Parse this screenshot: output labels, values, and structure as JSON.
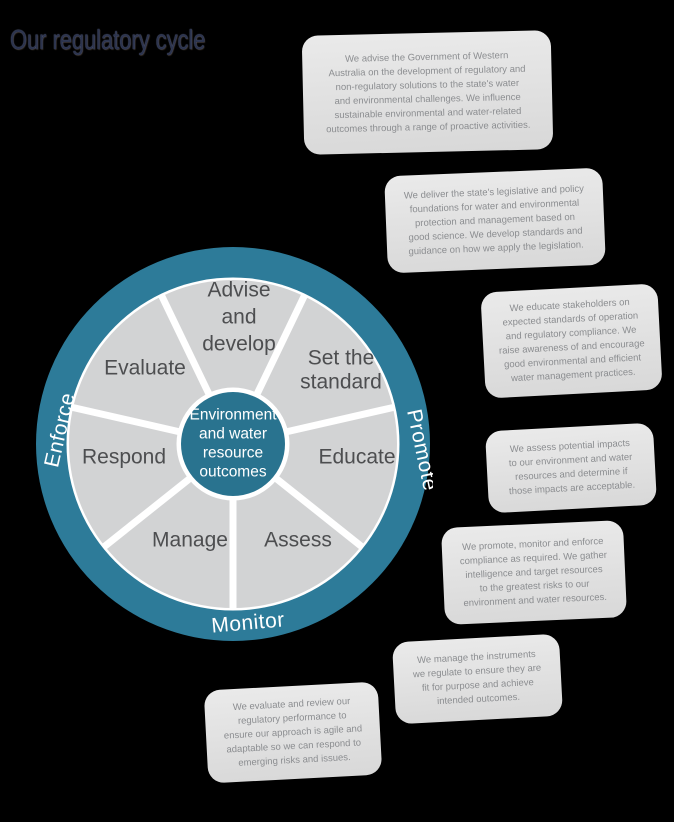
{
  "title": "Our regulatory cycle",
  "wheel": {
    "colors": {
      "ring": "#2d7b99",
      "center_circle": "#29738f",
      "segment_fill": "#d2d3d4",
      "segment_text": "#4d4e50",
      "ring_label_text": "#ffffff",
      "callout_fill": "#e2e2e2",
      "callout_text": "#8b8d90"
    },
    "ring_labels": {
      "left": "Enforce",
      "right": "Promote",
      "bottom": "Monitor"
    },
    "center": {
      "lines": [
        "Environment",
        "and water",
        "resource",
        "outcomes"
      ]
    },
    "segments": [
      {
        "label": "Advise and develop",
        "lines": [
          "Advise",
          "and",
          "develop"
        ]
      },
      {
        "label": "Set the standard",
        "lines": [
          "Set the",
          "standard"
        ]
      },
      {
        "label": "Educate",
        "lines": [
          "Educate"
        ]
      },
      {
        "label": "Assess",
        "lines": [
          "Assess"
        ]
      },
      {
        "label": "Manage",
        "lines": [
          "Manage"
        ]
      },
      {
        "label": "Respond",
        "lines": [
          "Respond"
        ]
      },
      {
        "label": "Evaluate",
        "lines": [
          "Evaluate"
        ]
      }
    ]
  },
  "callouts": [
    {
      "id": "advise",
      "text": "We advise the Government of Western\nAustralia on the development of regulatory and\nnon-regulatory solutions to the state's water\nand environmental challenges. We influence\nsustainable environmental and water-related\noutcomes through a range of proactive activities."
    },
    {
      "id": "set-standard",
      "text": "We deliver the state's legislative and policy\nfoundations for water and environmental\nprotection and management based on\ngood science. We develop standards and\nguidance on how we apply the legislation."
    },
    {
      "id": "educate",
      "text": "We educate stakeholders on\nexpected standards of operation\nand regulatory compliance. We\nraise awareness of and encourage\ngood environmental and efficient\nwater management practices."
    },
    {
      "id": "assess",
      "text": "We assess potential impacts\nto our environment and water\nresources and determine if\nthose impacts are acceptable."
    },
    {
      "id": "enforce-promote-monitor",
      "text": "We promote, monitor and enforce\ncompliance as required. We gather\nintelligence and target resources\nto the greatest risks to our\nenvironment and water resources."
    },
    {
      "id": "manage",
      "text": "We manage the instruments\nwe regulate to ensure they are\nfit for purpose and achieve\nintended outcomes."
    },
    {
      "id": "evaluate",
      "text": "We evaluate and review our\nregulatory performance to\nensure our approach is agile and\nadaptable so we can respond to\nemerging risks and issues."
    }
  ]
}
